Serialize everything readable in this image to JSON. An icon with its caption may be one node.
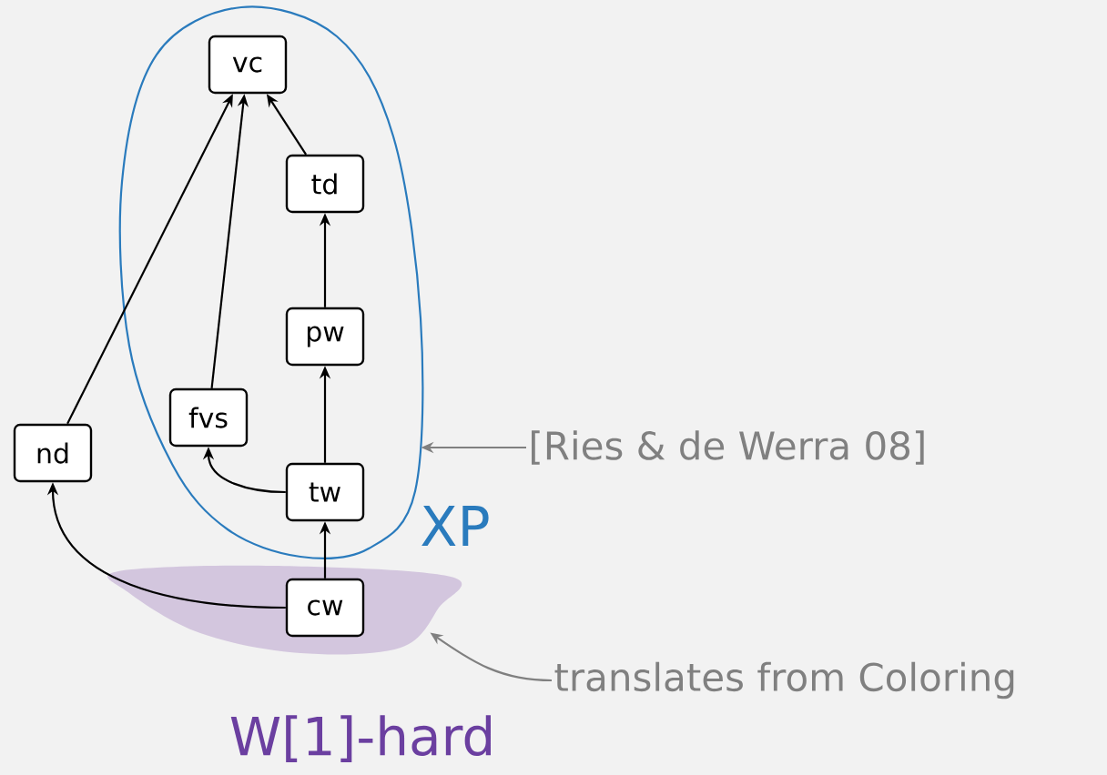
{
  "diagram": {
    "nodes": [
      {
        "text": [
          "XP"
        ]
      },
      {
        "text": [
          "W[1]-hard"
        ]
      },
      {
        "text": [
          "vc"
        ],
        "in": 0
      },
      {
        "text": [
          "td"
        ],
        "in": 0
      },
      {
        "text": [
          "pw"
        ],
        "in": 0
      },
      {
        "text": [
          "fvs"
        ],
        "in": 0
      },
      {
        "text": [
          "tw"
        ],
        "in": 0
      },
      {
        "text": [
          "nd"
        ]
      },
      {
        "text": [
          "cw"
        ],
        "in": 1
      },
      {
        "text": [
          "[Ries & de Werra 08]"
        ]
      },
      {
        "text": [
          "translates from Coloring"
        ]
      }
    ],
    "edges": [
      {
        "from": 7,
        "to": 2,
        "arrow": "to"
      },
      {
        "from": 5,
        "to": 2,
        "arrow": "to"
      },
      {
        "from": 3,
        "to": 2,
        "arrow": "to"
      },
      {
        "from": 4,
        "to": 3,
        "arrow": "to"
      },
      {
        "from": 6,
        "to": 4,
        "arrow": "to"
      },
      {
        "from": 6,
        "to": 5,
        "arrow": "to"
      },
      {
        "from": 8,
        "to": 6,
        "arrow": "to"
      },
      {
        "from": 8,
        "to": 7,
        "arrow": "to"
      },
      {
        "from": 9,
        "to": 0,
        "arrow": "to",
        "color": "#808080"
      },
      {
        "from": 10,
        "to": 1,
        "arrow": "to",
        "color": "#808080"
      }
    ]
  }
}
